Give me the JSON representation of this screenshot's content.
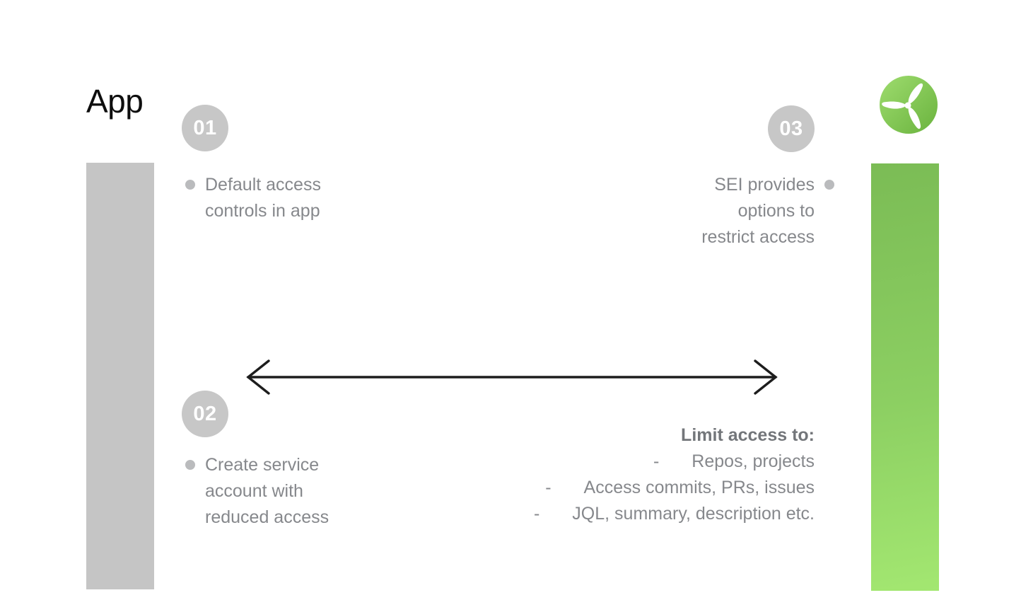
{
  "title": "App",
  "steps": [
    {
      "number": "01",
      "lines": [
        "Default access",
        "controls in app"
      ]
    },
    {
      "number": "02",
      "lines": [
        "Create service",
        "account with",
        "reduced access"
      ]
    },
    {
      "number": "03",
      "lines": [
        "SEI provides",
        "options to",
        "restrict access"
      ]
    }
  ],
  "limit_list": {
    "heading": "Limit access to:",
    "dash": "-",
    "items": [
      "Repos, projects",
      "Access commits, PRs, issues",
      "JQL, summary, description etc."
    ]
  },
  "icons": {
    "logo": "turbine-logo"
  },
  "colors": {
    "gray_bar": "#c5c5c5",
    "badge_gray": "#c7c7c7",
    "text_gray": "#86888c",
    "bold_gray": "#73767a",
    "bullet_gray": "#babbbd",
    "green_top": "#7bbc55",
    "green_bottom": "#a3e771",
    "arrow_black": "#1d1d1d"
  }
}
